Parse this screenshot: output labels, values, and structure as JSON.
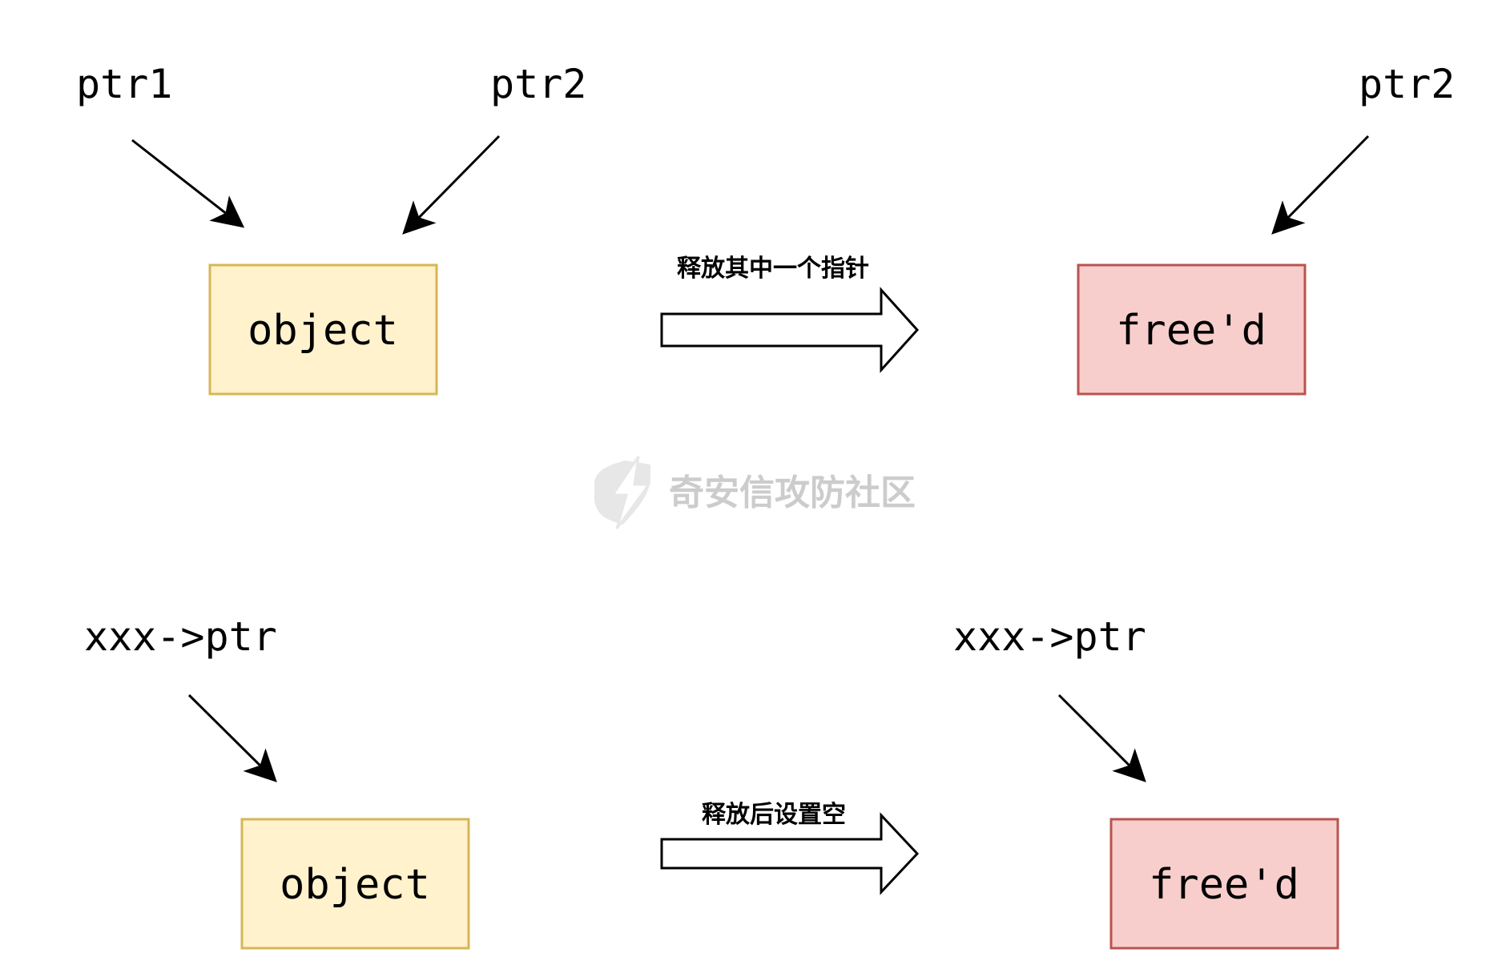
{
  "colors": {
    "object_fill": "#fff2cc",
    "object_stroke": "#d6b656",
    "freed_fill": "#f8cecc",
    "freed_stroke": "#b85450",
    "arrow_stroke": "#000000",
    "watermark": "#cccccc"
  },
  "top_row": {
    "left_pointers": [
      "ptr1",
      "ptr2"
    ],
    "left_box": "object",
    "transition": "释放其中一个指针",
    "right_pointer": "ptr2",
    "right_box": "free'd"
  },
  "bottom_row": {
    "left_pointer": "xxx->ptr",
    "left_box": "object",
    "transition": "释放后设置空",
    "right_pointer": "xxx->ptr",
    "right_box": "free'd"
  },
  "watermark": {
    "icon": "lightning-shield-icon",
    "text": "奇安信攻防社区"
  }
}
